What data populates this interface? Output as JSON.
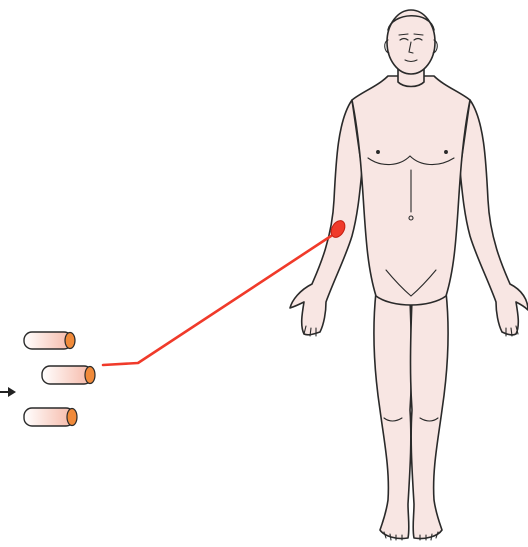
{
  "diagram": {
    "subject": "human-figure-front-view",
    "tubes": [
      {
        "id": "tube-top",
        "selected": false
      },
      {
        "id": "tube-middle",
        "selected": true
      },
      {
        "id": "tube-bottom",
        "selected": false
      }
    ],
    "connector": {
      "from": "tube-middle",
      "to": "left-arm-injection-site"
    },
    "colors": {
      "skin": "#f8e6e3",
      "outline": "#2a2a2a",
      "connector": "#f03a2a",
      "tube_cap": "#f08a3a",
      "tube_body_light": "#ffffff",
      "tube_body_tint": "#f6b7a6",
      "arrow": "#222222"
    }
  }
}
